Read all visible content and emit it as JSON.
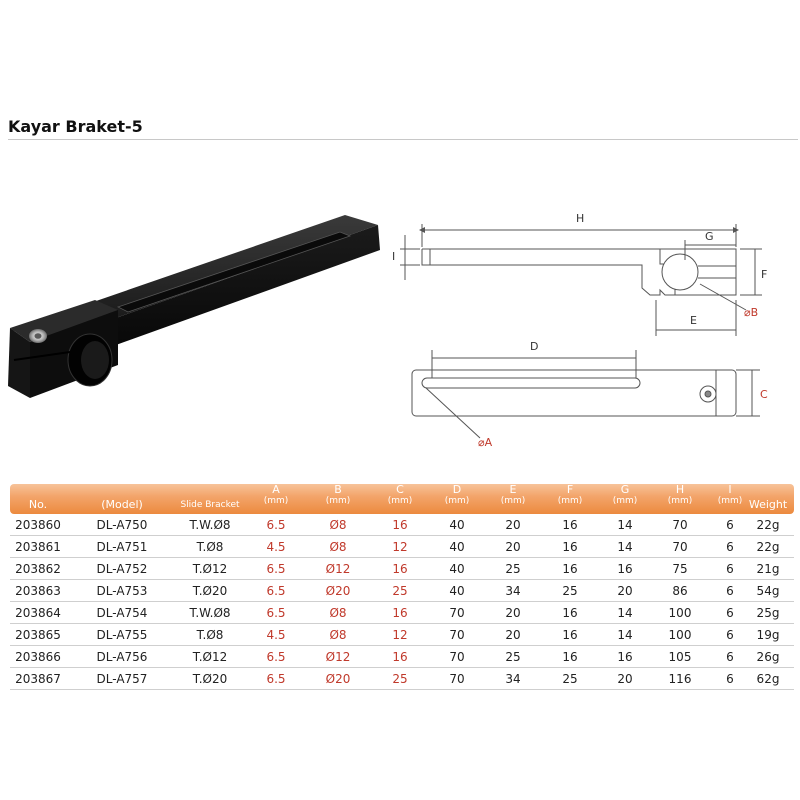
{
  "page": {
    "title": "Kayar Braket-5"
  },
  "drawing": {
    "labels": {
      "h": "H",
      "g": "G",
      "i": "I",
      "f": "F",
      "e": "E",
      "b": "⌀B",
      "d": "D",
      "c": "C",
      "a": "⌀A"
    }
  },
  "table": {
    "headers": [
      {
        "label": "No.",
        "unit": ""
      },
      {
        "label": "(Model)",
        "unit": ""
      },
      {
        "label": "Slide Bracket",
        "unit": ""
      },
      {
        "label": "A",
        "unit": "(mm)"
      },
      {
        "label": "B",
        "unit": "(mm)"
      },
      {
        "label": "C",
        "unit": "(mm)"
      },
      {
        "label": "D",
        "unit": "(mm)"
      },
      {
        "label": "E",
        "unit": "(mm)"
      },
      {
        "label": "F",
        "unit": "(mm)"
      },
      {
        "label": "G",
        "unit": "(mm)"
      },
      {
        "label": "H",
        "unit": "(mm)"
      },
      {
        "label": "I",
        "unit": "(mm)"
      },
      {
        "label": "Weight",
        "unit": ""
      }
    ],
    "rows": [
      [
        "203860",
        "DL-A750",
        "T.W.Ø8",
        "6.5",
        "Ø8",
        "16",
        "40",
        "20",
        "16",
        "14",
        "70",
        "6",
        "22g"
      ],
      [
        "203861",
        "DL-A751",
        "T.Ø8",
        "4.5",
        "Ø8",
        "12",
        "40",
        "20",
        "16",
        "14",
        "70",
        "6",
        "22g"
      ],
      [
        "203862",
        "DL-A752",
        "T.Ø12",
        "6.5",
        "Ø12",
        "16",
        "40",
        "25",
        "16",
        "16",
        "75",
        "6",
        "21g"
      ],
      [
        "203863",
        "DL-A753",
        "T.Ø20",
        "6.5",
        "Ø20",
        "25",
        "40",
        "34",
        "25",
        "20",
        "86",
        "6",
        "54g"
      ],
      [
        "203864",
        "DL-A754",
        "T.W.Ø8",
        "6.5",
        "Ø8",
        "16",
        "70",
        "20",
        "16",
        "14",
        "100",
        "6",
        "25g"
      ],
      [
        "203865",
        "DL-A755",
        "T.Ø8",
        "4.5",
        "Ø8",
        "12",
        "70",
        "20",
        "16",
        "14",
        "100",
        "6",
        "19g"
      ],
      [
        "203866",
        "DL-A756",
        "T.Ø12",
        "6.5",
        "Ø12",
        "16",
        "70",
        "25",
        "16",
        "16",
        "105",
        "6",
        "26g"
      ],
      [
        "203867",
        "DL-A757",
        "T.Ø20",
        "6.5",
        "Ø20",
        "25",
        "70",
        "34",
        "25",
        "20",
        "116",
        "6",
        "62g"
      ]
    ]
  },
  "colors": {
    "header_orange": "#ec8a3e",
    "highlight_red": "#c0392b"
  }
}
